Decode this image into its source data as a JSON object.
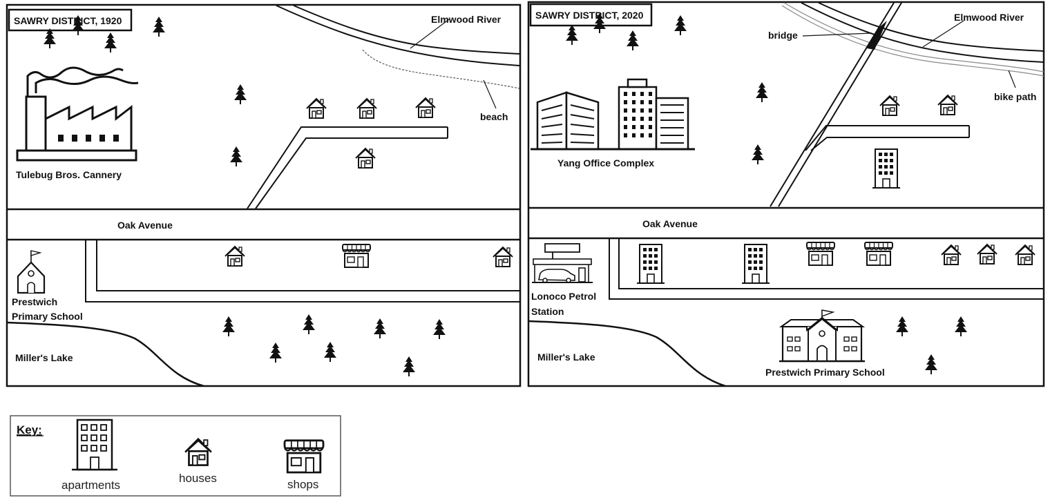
{
  "map1920": {
    "title": "SAWRY DISTRICT, 1920",
    "river": "Elmwood River",
    "beach": "beach",
    "cannery": "Tulebug Bros. Cannery",
    "avenue": "Oak Avenue",
    "school_line1": "Prestwich",
    "school_line2": "Primary School",
    "lake": "Miller's Lake"
  },
  "map2020": {
    "title": "SAWRY DISTRICT, 2020",
    "river": "Elmwood River",
    "bridge": "bridge",
    "bike_path": "bike path",
    "office": "Yang Office Complex",
    "avenue": "Oak Avenue",
    "petrol_line1": "Lonoco Petrol",
    "petrol_line2": "Station",
    "lake": "Miller's Lake",
    "school": "Prestwich Primary School"
  },
  "key": {
    "title": "Key:",
    "items": [
      "apartments",
      "houses",
      "shops"
    ]
  }
}
